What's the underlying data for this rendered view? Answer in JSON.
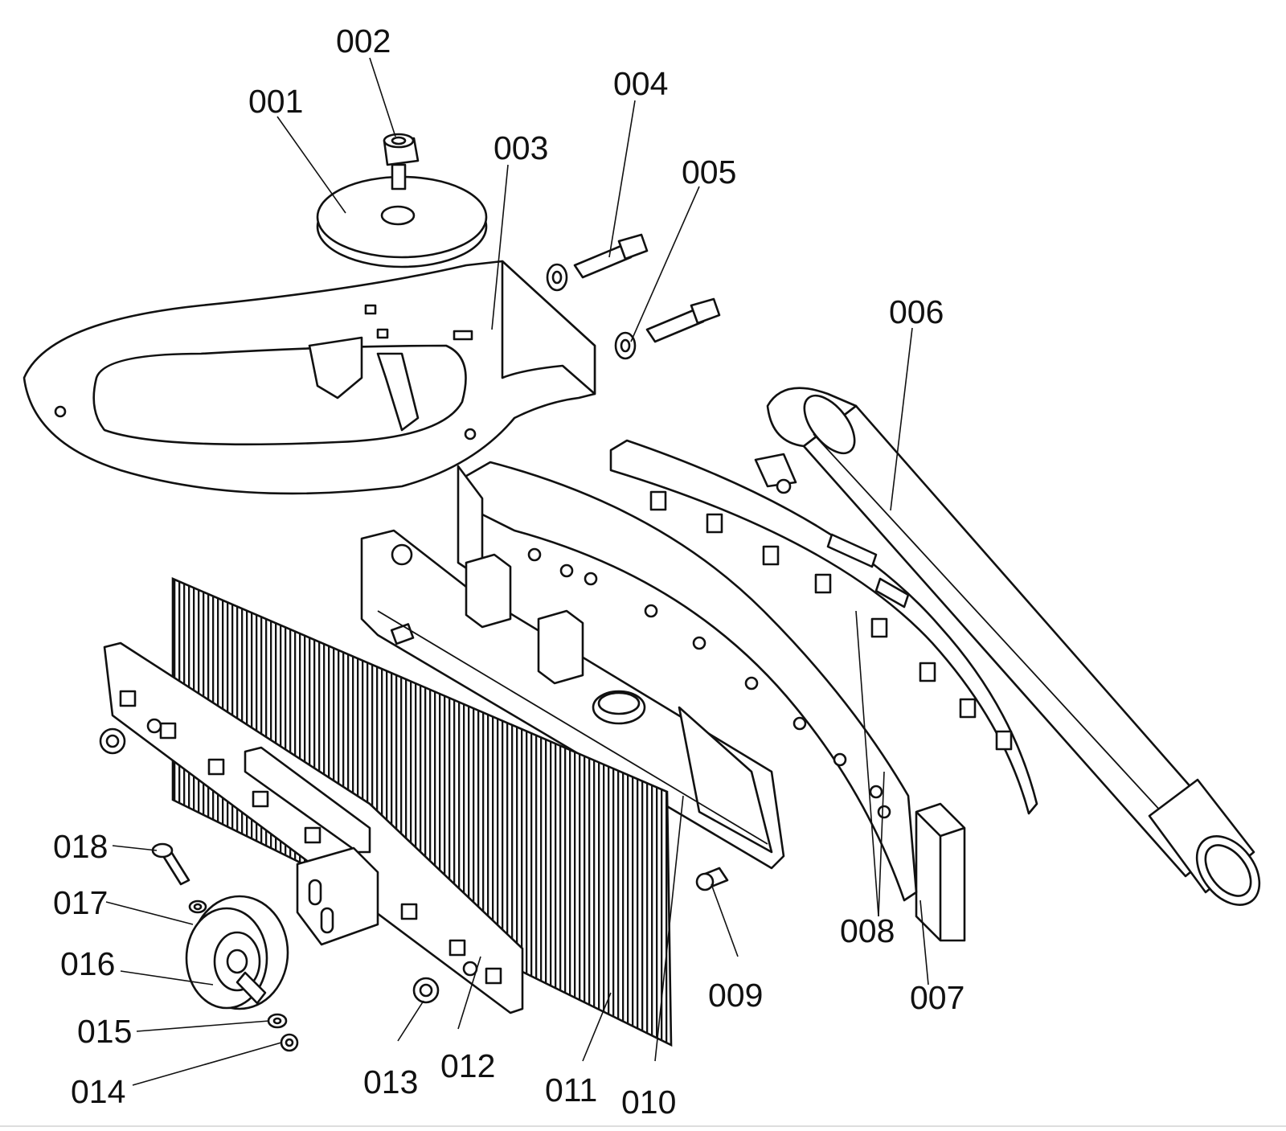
{
  "diagram": {
    "type": "exploded-parts-view",
    "labels": [
      {
        "id": "001"
      },
      {
        "id": "002"
      },
      {
        "id": "003"
      },
      {
        "id": "004"
      },
      {
        "id": "005"
      },
      {
        "id": "006"
      },
      {
        "id": "007"
      },
      {
        "id": "008"
      },
      {
        "id": "009"
      },
      {
        "id": "010"
      },
      {
        "id": "011"
      },
      {
        "id": "012"
      },
      {
        "id": "013"
      },
      {
        "id": "014"
      },
      {
        "id": "015"
      },
      {
        "id": "016"
      },
      {
        "id": "017"
      },
      {
        "id": "018"
      }
    ]
  }
}
